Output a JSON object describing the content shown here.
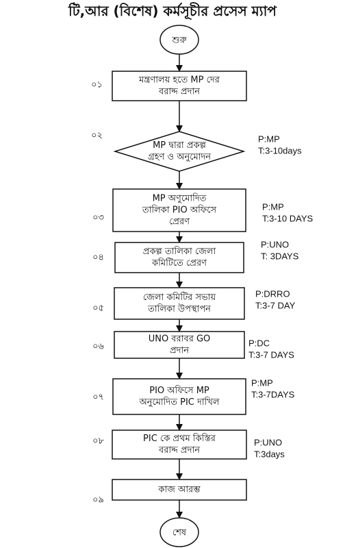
{
  "title": "টি,আর (বিশেষ) কর্মসূচীর প্রসেস ম্যাপ",
  "start": "শুরু",
  "end": "শেষ",
  "steps": [
    {
      "num": "০১",
      "lines": [
        "মন্ত্রণালয় হতে MP দের",
        "বরাদ্দ প্রদান"
      ],
      "shape": "rect",
      "notes": []
    },
    {
      "num": "০২",
      "lines": [
        "MP দ্বারা প্রকল্প",
        "গ্রহণ ও অনুমোদন"
      ],
      "shape": "diamond",
      "notes": [
        "P:MP",
        "T:3-10days"
      ]
    },
    {
      "num": "০৩",
      "lines": [
        "MP অণুমোদিত",
        "তালিকা PIO অফিসে",
        "প্রেরণ"
      ],
      "shape": "rect",
      "notes": [
        "P:MP",
        "T:3-10 DAYS"
      ]
    },
    {
      "num": "০৪",
      "lines": [
        "প্রকল্প তালিকা জেলা",
        "কমিটিতে প্রেরণ"
      ],
      "shape": "rect",
      "notes": [
        "P:UNO",
        "T: 3DAYS"
      ]
    },
    {
      "num": "০৫",
      "lines": [
        "জেলা কমিটির সভায়",
        "তালিকা উপস্থাপন"
      ],
      "shape": "rect",
      "notes": [
        "P:DRRO",
        "T:3-7 DAY"
      ]
    },
    {
      "num": "০৬",
      "lines": [
        "UNO বরাবর GO",
        "প্রদান"
      ],
      "shape": "rect",
      "notes": [
        "P:DC",
        "T:3-7 DAYS"
      ]
    },
    {
      "num": "০৭",
      "lines": [
        "PIO অফিসে MP",
        "অনুমোদিত PIC দাখিল"
      ],
      "shape": "rect",
      "notes": [
        "P:MP",
        "T:3-7DAYS"
      ]
    },
    {
      "num": "০৮",
      "lines": [
        "PIC কে প্রথম কিস্তির",
        "বরাদ্দ প্রদান"
      ],
      "shape": "rect",
      "notes": [
        "P:UNO",
        "T:3days"
      ]
    },
    {
      "num": "০৯",
      "lines": [
        "কাজ আরম্ভ"
      ],
      "shape": "rect",
      "notes": []
    }
  ],
  "colors": {
    "stroke": "#111111",
    "fill": "#ffffff",
    "text": "#111111"
  }
}
